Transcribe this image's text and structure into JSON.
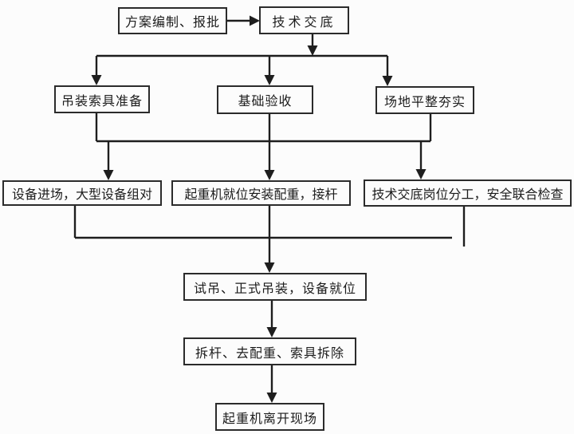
{
  "diagram": {
    "type": "flowchart",
    "language": "zh-CN",
    "colors": {
      "background": "#fcfcfc",
      "line": "#1e1e1e",
      "box_border": "#2b2b2b",
      "text": "#1c1c1c"
    },
    "nodes": [
      {
        "id": "plan",
        "label": "方案编制、报批"
      },
      {
        "id": "briefing",
        "label": "技术交底"
      },
      {
        "id": "rigging",
        "label": "吊装索具准备"
      },
      {
        "id": "foundation",
        "label": "基础验收"
      },
      {
        "id": "ground",
        "label": "场地平整夯实"
      },
      {
        "id": "equip-in",
        "label": "设备进场，大型设备组对"
      },
      {
        "id": "crane-set",
        "label": "起重机就位安装配重，接杆"
      },
      {
        "id": "roles",
        "label": "技术交底岗位分工，安全联合检查"
      },
      {
        "id": "trial-lift",
        "label": "试吊、正式吊装，设备就位"
      },
      {
        "id": "dismantle",
        "label": "拆杆、去配重、索具拆除"
      },
      {
        "id": "crane-out",
        "label": "起重机离开现场"
      }
    ],
    "edges": [
      {
        "from": "方案编制、报批",
        "to": "技术交底"
      },
      {
        "from": "技术交底",
        "to": "吊装索具准备"
      },
      {
        "from": "技术交底",
        "to": "基础验收"
      },
      {
        "from": "技术交底",
        "to": "场地平整夯实"
      },
      {
        "from": "吊装索具准备",
        "to": "设备进场，大型设备组对"
      },
      {
        "from": "基础验收",
        "to": "起重机就位安装配重，接杆"
      },
      {
        "from": "场地平整夯实",
        "to": "技术交底岗位分工，安全联合检查"
      },
      {
        "from": "设备进场，大型设备组对",
        "to": "试吊、正式吊装，设备就位"
      },
      {
        "from": "起重机就位安装配重，接杆",
        "to": "试吊、正式吊装，设备就位"
      },
      {
        "from": "技术交底岗位分工，安全联合检查",
        "to": "试吊、正式吊装，设备就位"
      },
      {
        "from": "试吊、正式吊装，设备就位",
        "to": "拆杆、去配重、索具拆除"
      },
      {
        "from": "拆杆、去配重、索具拆除",
        "to": "起重机离开现场"
      }
    ]
  }
}
